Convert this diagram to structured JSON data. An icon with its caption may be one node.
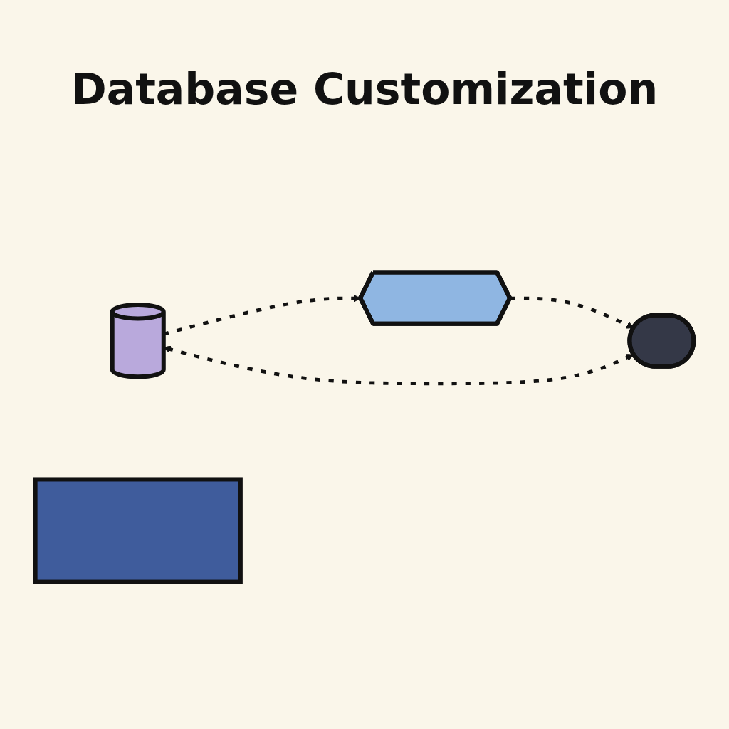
{
  "diagram": {
    "title": "Database Customization",
    "nodes": [
      {
        "text": [],
        "shape": "cylinder"
      },
      {
        "text": [],
        "shape": "gear"
      },
      {
        "text": [],
        "shape": "monitor"
      },
      {
        "text": [],
        "shape": "window"
      }
    ],
    "edges": [
      {
        "from": 0,
        "to": 1,
        "arrow": "to",
        "style": "dashed"
      },
      {
        "from": 1,
        "to": 3,
        "arrow": "to",
        "style": "dashed"
      },
      {
        "from": 3,
        "to": 0,
        "arrow": "both",
        "style": "dashed"
      }
    ]
  }
}
